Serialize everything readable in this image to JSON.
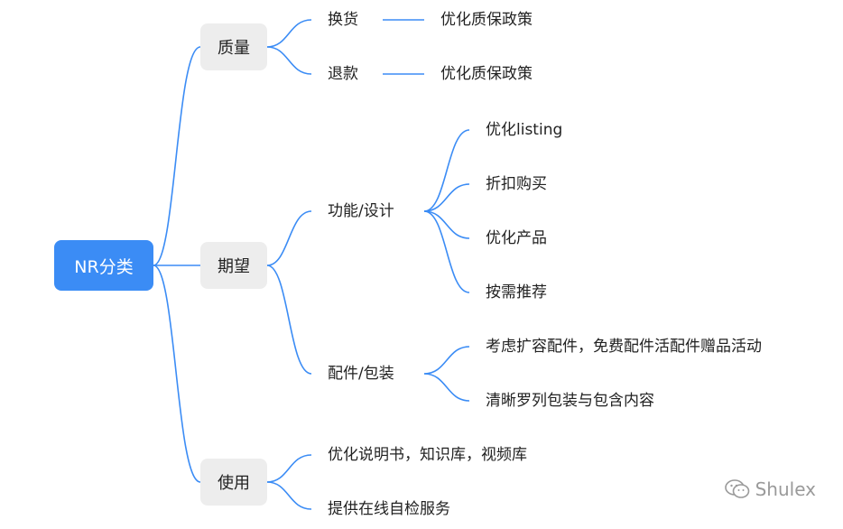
{
  "mindmap": {
    "root": "NR分类",
    "categories": [
      {
        "label": "质量",
        "children": [
          {
            "label": "换货",
            "children": [
              {
                "label": "优化质保政策"
              }
            ]
          },
          {
            "label": "退款",
            "children": [
              {
                "label": "优化质保政策"
              }
            ]
          }
        ]
      },
      {
        "label": "期望",
        "children": [
          {
            "label": "功能/设计",
            "children": [
              {
                "label": "优化listing"
              },
              {
                "label": "折扣购买"
              },
              {
                "label": "优化产品"
              },
              {
                "label": "按需推荐"
              }
            ]
          },
          {
            "label": "配件/包装",
            "children": [
              {
                "label": "考虑扩容配件，免费配件活配件赠品活动"
              },
              {
                "label": "清晰罗列包装与包含内容"
              }
            ]
          }
        ]
      },
      {
        "label": "使用",
        "children": [
          {
            "label": "优化说明书，知识库，视频库"
          },
          {
            "label": "提供在线自检服务"
          }
        ]
      }
    ]
  },
  "watermark": {
    "text": "Shulex",
    "icon": "wechat-icon"
  },
  "colors": {
    "connector": "#3B8CF5",
    "root_fill": "#3B8CF5",
    "category_fill": "#EDEDED"
  }
}
